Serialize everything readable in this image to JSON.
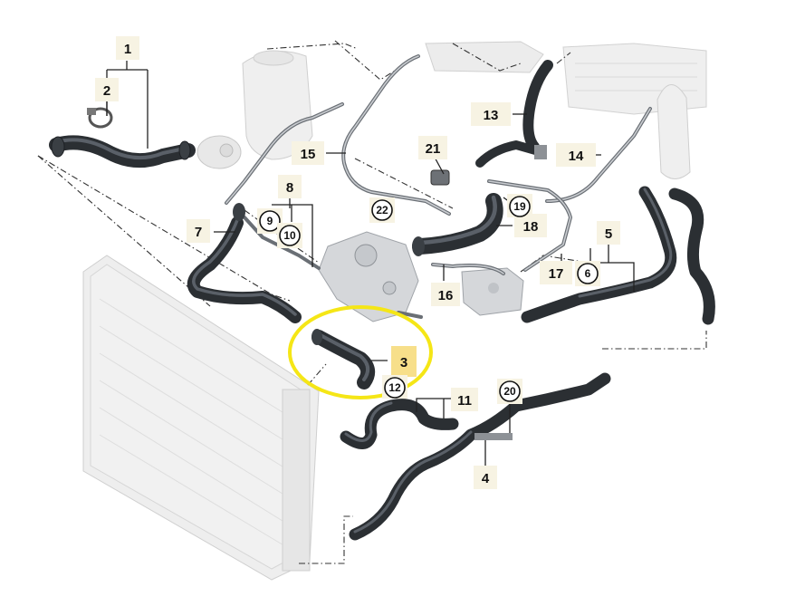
{
  "callouts": {
    "c1": "1",
    "c2": "2",
    "c3": "3",
    "c4": "4",
    "c5": "5",
    "c6": "6",
    "c7": "7",
    "c8": "8",
    "c9": "9",
    "c10": "10",
    "c11": "11",
    "c12": "12",
    "c13": "13",
    "c14": "14",
    "c15": "15",
    "c16": "16",
    "c17": "17",
    "c18": "18",
    "c19": "19",
    "c20": "20",
    "c21": "21",
    "c22": "22"
  },
  "highlight": {
    "part": "3",
    "color": "#f5e616"
  }
}
